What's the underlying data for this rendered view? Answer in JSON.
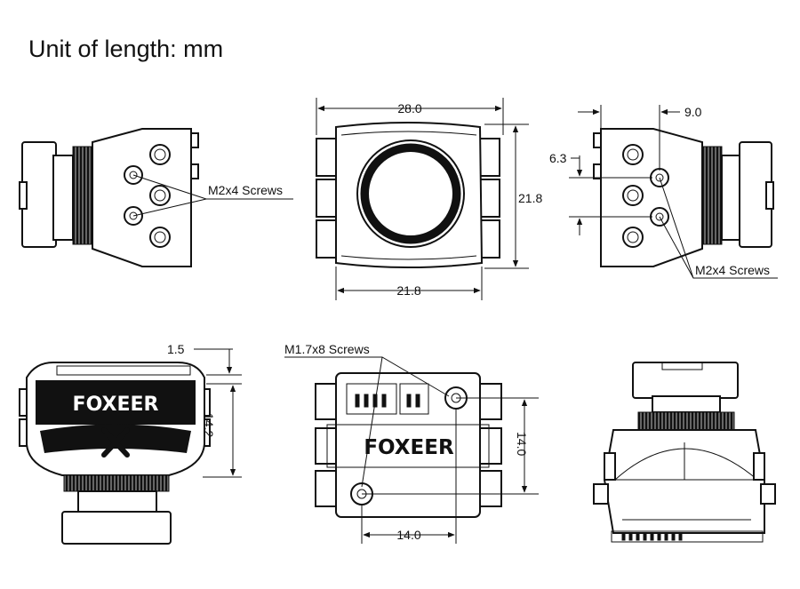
{
  "title": "Unit of length: mm",
  "brand": "FOXEER",
  "callouts": {
    "m2x4_left": "M2x4 Screws",
    "m2x4_right": "M2x4 Screws",
    "m17x8": "M1.7x8 Screws"
  },
  "dimensions": {
    "top_width": "28.0",
    "front_height": "21.8",
    "front_bottom_width": "21.8",
    "side_depth": "9.0",
    "side_hole_offset": "6.3",
    "back_top_offset": "1.5",
    "back_height": "14.2",
    "rear_hole_vertical": "14.0",
    "rear_hole_horizontal": "14.0"
  },
  "icons": [
    "foxeer-x-logo-icon"
  ]
}
